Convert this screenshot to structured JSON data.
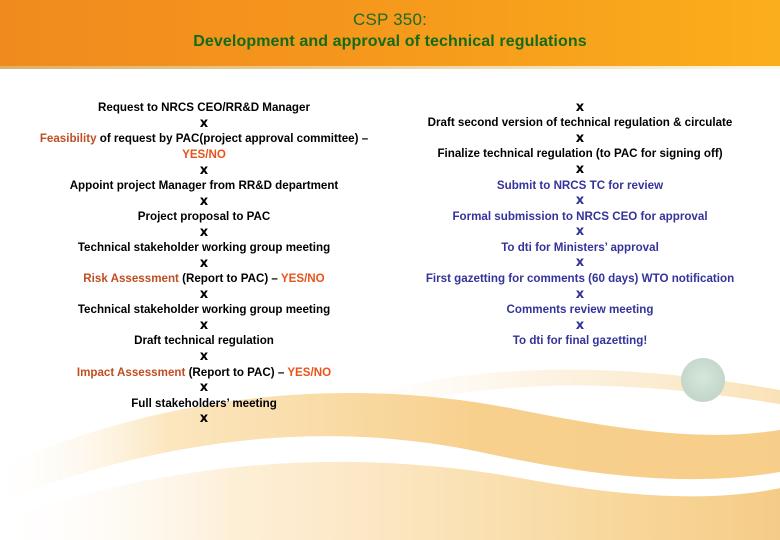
{
  "header": {
    "title_line1": "CSP 350:",
    "title_line2": "Development and approval of technical regulations",
    "title_color_line1": "#1F6B24",
    "title_color_line2": "#146B16",
    "band_gradient_from": "#F08A1E",
    "band_gradient_to": "#FBAE1B"
  },
  "colors": {
    "body_text": "#000000",
    "navy_text": "#343399",
    "highlight_brown": "#BF4E22",
    "highlight_orange": "#E8541A",
    "decor_swoosh": "#F8D79A",
    "decor_circle": "#C5D9CC"
  },
  "arrow_glyph": "х",
  "left_column": [
    {
      "type": "step",
      "color": "black",
      "segments": [
        {
          "text": "Request to NRCS CEO/RR&D Manager",
          "style": "plain"
        }
      ]
    },
    {
      "type": "arrow",
      "color": "black"
    },
    {
      "type": "step",
      "color": "black",
      "segments": [
        {
          "text": "Feasibility",
          "style": "brown"
        },
        {
          "text": " of request by PAC(project approval committee) – ",
          "style": "plain"
        },
        {
          "text": "YES/NO",
          "style": "orange"
        }
      ]
    },
    {
      "type": "arrow",
      "color": "black"
    },
    {
      "type": "step",
      "color": "black",
      "segments": [
        {
          "text": "Appoint project Manager from RR&D department",
          "style": "plain"
        }
      ]
    },
    {
      "type": "arrow",
      "color": "black"
    },
    {
      "type": "step",
      "color": "black",
      "segments": [
        {
          "text": "Project proposal to PAC",
          "style": "plain"
        }
      ]
    },
    {
      "type": "arrow",
      "color": "black"
    },
    {
      "type": "step",
      "color": "black",
      "segments": [
        {
          "text": "Technical stakeholder working group meeting",
          "style": "plain"
        }
      ]
    },
    {
      "type": "arrow",
      "color": "black"
    },
    {
      "type": "step",
      "color": "black",
      "segments": [
        {
          "text": "Risk Assessment",
          "style": "brown"
        },
        {
          "text": " (Report to PAC) – ",
          "style": "plain"
        },
        {
          "text": "YES/NO",
          "style": "orange"
        }
      ]
    },
    {
      "type": "arrow",
      "color": "black"
    },
    {
      "type": "step",
      "color": "black",
      "segments": [
        {
          "text": "Technical stakeholder working group meeting",
          "style": "plain"
        }
      ]
    },
    {
      "type": "arrow",
      "color": "black"
    },
    {
      "type": "step",
      "color": "black",
      "segments": [
        {
          "text": "Draft technical regulation",
          "style": "plain"
        }
      ]
    },
    {
      "type": "arrow",
      "color": "black"
    },
    {
      "type": "step",
      "color": "black",
      "segments": [
        {
          "text": "Impact Assessment",
          "style": "brown"
        },
        {
          "text": " (Report to PAC) – ",
          "style": "plain"
        },
        {
          "text": "YES/NO",
          "style": "orange"
        }
      ]
    },
    {
      "type": "arrow",
      "color": "black"
    },
    {
      "type": "step",
      "color": "black",
      "segments": [
        {
          "text": "Full stakeholders’ meeting",
          "style": "plain"
        }
      ]
    },
    {
      "type": "arrow",
      "color": "black"
    }
  ],
  "right_column": [
    {
      "type": "arrow",
      "color": "black"
    },
    {
      "type": "step",
      "color": "black",
      "segments": [
        {
          "text": "Draft second version of technical regulation & circulate",
          "style": "plain"
        }
      ]
    },
    {
      "type": "arrow",
      "color": "black"
    },
    {
      "type": "step",
      "color": "black",
      "segments": [
        {
          "text": "Finalize technical regulation (to PAC for signing off)",
          "style": "plain"
        }
      ]
    },
    {
      "type": "arrow",
      "color": "black"
    },
    {
      "type": "step",
      "color": "navy",
      "segments": [
        {
          "text": "Submit to NRCS TC for review",
          "style": "plain"
        }
      ]
    },
    {
      "type": "arrow",
      "color": "navy"
    },
    {
      "type": "step",
      "color": "navy",
      "segments": [
        {
          "text": "Formal submission to NRCS CEO for approval",
          "style": "plain"
        }
      ]
    },
    {
      "type": "arrow",
      "color": "navy"
    },
    {
      "type": "step",
      "color": "navy",
      "segments": [
        {
          "text": "To dti for Ministers’ approval",
          "style": "plain"
        }
      ]
    },
    {
      "type": "arrow",
      "color": "navy"
    },
    {
      "type": "step",
      "color": "navy",
      "segments": [
        {
          "text": "First gazetting for comments (60 days) WTO notification",
          "style": "plain"
        }
      ]
    },
    {
      "type": "arrow",
      "color": "navy"
    },
    {
      "type": "step",
      "color": "navy",
      "segments": [
        {
          "text": "Comments review meeting",
          "style": "plain"
        }
      ]
    },
    {
      "type": "arrow",
      "color": "navy"
    },
    {
      "type": "step",
      "color": "navy",
      "segments": [
        {
          "text": "To dti for final gazetting!",
          "style": "plain"
        }
      ]
    }
  ]
}
